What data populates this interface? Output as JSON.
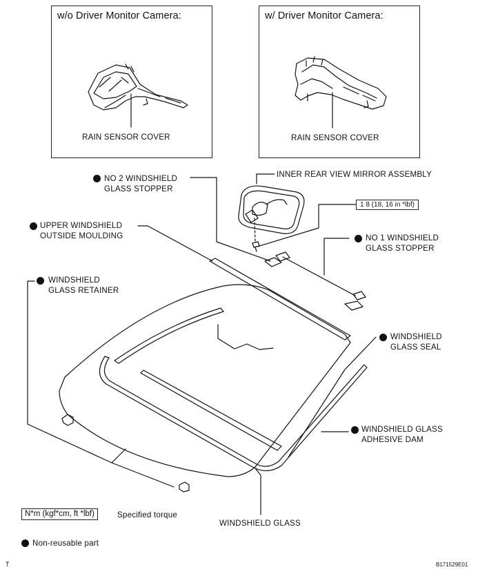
{
  "panels": {
    "left_title": "w/o Driver Monitor Camera:",
    "right_title": "w/ Driver Monitor Camera:",
    "left_part": "RAIN SENSOR COVER",
    "right_part": "RAIN SENSOR COVER"
  },
  "parts": {
    "no2_stopper_line1": "NO 2 WINDSHIELD",
    "no2_stopper_line2": "GLASS STOPPER",
    "mirror": "INNER REAR VIEW MIRROR ASSEMBLY",
    "torque": "1 8 (18, 16 in *lbf)",
    "upper_moulding_line1": "UPPER WINDSHIELD",
    "upper_moulding_line2": "OUTSIDE MOULDING",
    "no1_stopper_line1": "NO 1 WINDSHIELD",
    "no1_stopper_line2": "GLASS STOPPER",
    "retainer_line1": "WINDSHIELD",
    "retainer_line2": "GLASS RETAINER",
    "seal_line1": "WINDSHIELD",
    "seal_line2": "GLASS SEAL",
    "dam_line1": "WINDSHIELD GLASS",
    "dam_line2": "ADHESIVE DAM",
    "glass": "WINDSHIELD GLASS"
  },
  "legend": {
    "torque_unit": "N*m (kgf*cm, ft *lbf)",
    "torque_desc": "Specified torque",
    "non_reusable": "Non-reusable part"
  },
  "footer": {
    "left_mark": "T",
    "figure_code": "B171529E01"
  }
}
